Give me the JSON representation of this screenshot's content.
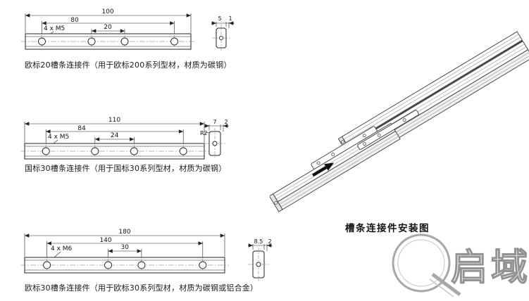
{
  "drawings": [
    {
      "caption": "欧标20槽条连接件（用于欧标200系列型材，材质为碳钢）",
      "dims": {
        "overall": "100",
        "span": "80",
        "mid": "20"
      },
      "hole_label": "4 x M5",
      "end_view": {
        "width": "5",
        "step": "1"
      }
    },
    {
      "caption": "国标30槽条连接件（用于国标30系列型材，材质为碳钢）",
      "dims": {
        "overall": "110",
        "span": "84",
        "mid": "24"
      },
      "hole_label": "4 x M5",
      "end_view": {
        "width": "7",
        "step": "2",
        "radius": "R2"
      }
    },
    {
      "caption": "欧标30槽条连接件（用于欧标30系列型材，材质为碳钢或铝合金）",
      "dims": {
        "overall": "180",
        "span": "140",
        "mid": "30"
      },
      "hole_label": "4 x M6",
      "end_view": {
        "width": "8.5",
        "step": "2"
      }
    }
  ],
  "assembly": {
    "caption": "槽条连接件安装图"
  },
  "watermark": {
    "text": "启域"
  },
  "colors": {
    "line": "#222222",
    "watermark": "#a8a8a8"
  }
}
